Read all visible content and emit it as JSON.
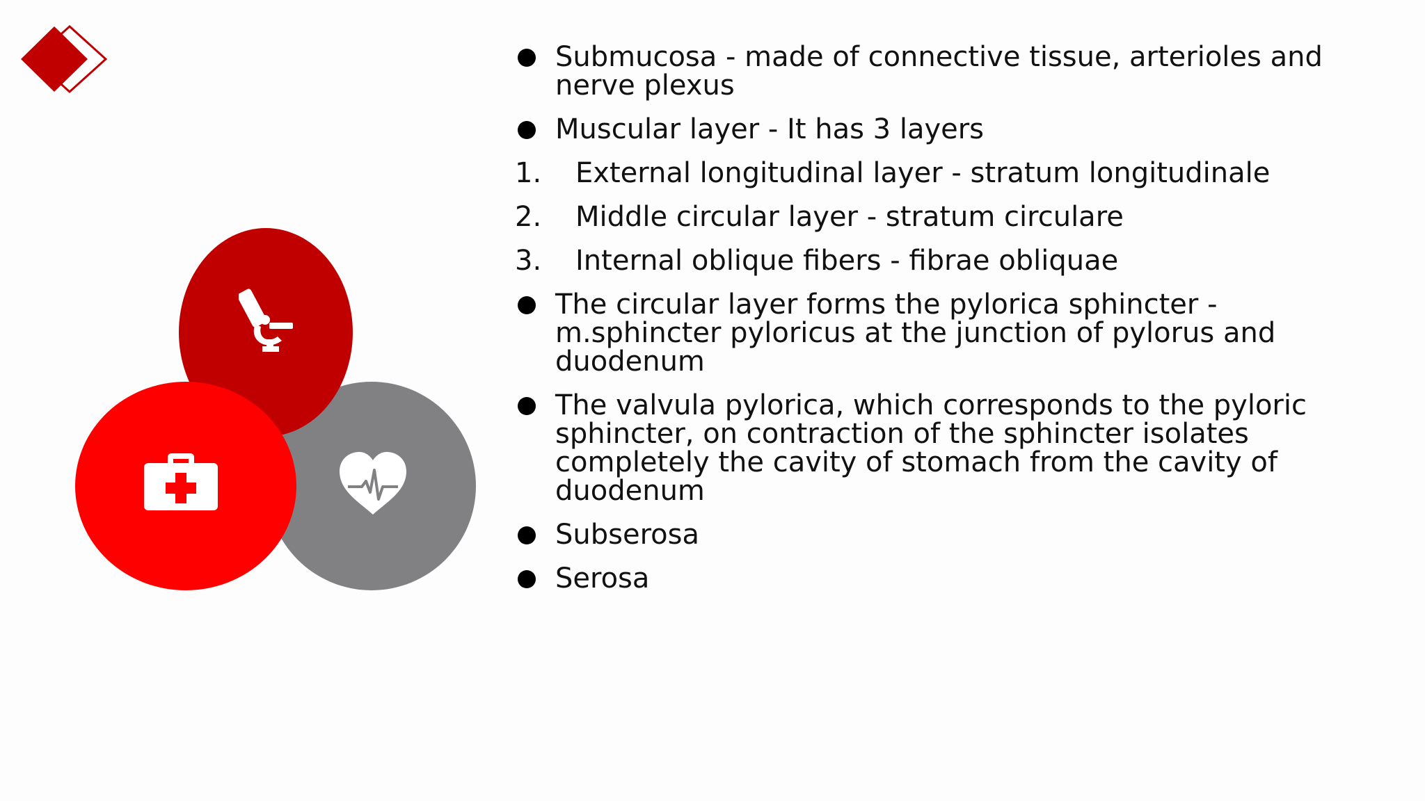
{
  "slide": {
    "colors": {
      "accent_dark_red": "#c00000",
      "accent_red": "#ff0000",
      "neutral_gray": "#818083",
      "text": "#111111",
      "background": "#fdfdfd"
    },
    "decor": {
      "logo_icon": "diamond-logo-icon",
      "circle_icons": [
        "microscope-icon",
        "first-aid-kit-icon",
        "heart-pulse-icon"
      ]
    },
    "content": {
      "bullets_top": [
        "Submucosa - made of connective tissue, arterioles and nerve plexus",
        "Muscular layer - It has 3 layers"
      ],
      "numbered": [
        {
          "num": "1.",
          "text": "External longitudinal layer - stratum longitudinale"
        },
        {
          "num": "2.",
          "text": "Middle circular layer - stratum circulare"
        },
        {
          "num": "3.",
          "text": "Internal oblique fibers - fibrae obliquae"
        }
      ],
      "bullets_bottom": [
        "The circular layer forms the pylorica sphincter - m.sphincter pyloricus at the junction of pylorus and duodenum",
        "The valvula pylorica, which corresponds to the pyloric sphincter, on contraction of the sphincter isolates completely the cavity of stomach from the cavity of duodenum",
        "Subserosa",
        "Serosa"
      ]
    }
  }
}
